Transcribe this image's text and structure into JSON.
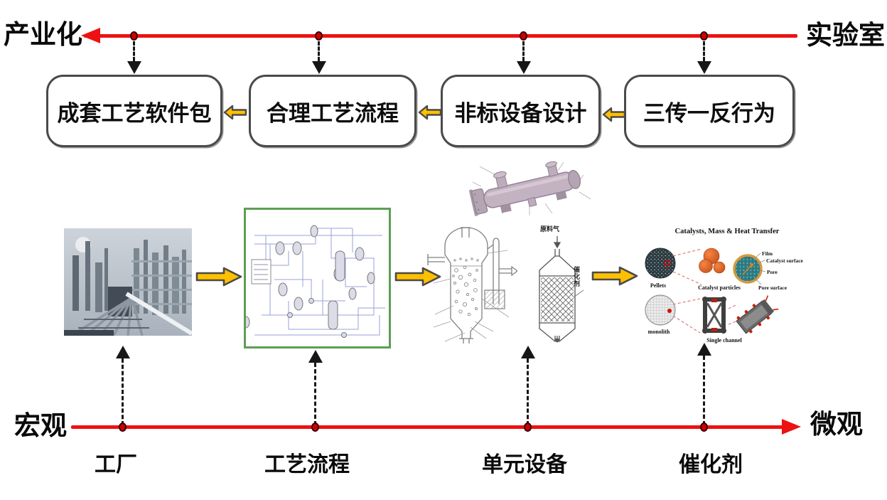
{
  "top_axis": {
    "left_label": "产业化",
    "right_label": "实验室"
  },
  "bottom_axis": {
    "left_label": "宏观",
    "right_label": "微观"
  },
  "top_boxes": [
    {
      "label": "成套工艺软件包"
    },
    {
      "label": "合理工艺流程"
    },
    {
      "label": "非标设备设计"
    },
    {
      "label": "三传一反行为"
    }
  ],
  "bottom_labels": [
    {
      "label": "工厂"
    },
    {
      "label": "工艺流程"
    },
    {
      "label": "单元设备"
    },
    {
      "label": "催化剂"
    }
  ],
  "unit_equipment": {
    "feed_gas_label": "原料气",
    "catalyst_side_label": "催化剂"
  },
  "catalyst_figure": {
    "title": "Catalysts, Mass & Heat Transfer",
    "pellets_label": "Pellets",
    "catalyst_particles_label": "Catalyst particles",
    "film_label": "Film",
    "catalyst_surface_label": "Catalyst surface",
    "pore_label": "Pore",
    "pore_surface_label": "Pore surface",
    "monolith_label": "monolith",
    "single_channel_label": "Single channel"
  },
  "colors": {
    "axis_red": "#ee1111",
    "arrow_yellow": "#ffc000",
    "pfd_border_green": "#5c9e54"
  }
}
